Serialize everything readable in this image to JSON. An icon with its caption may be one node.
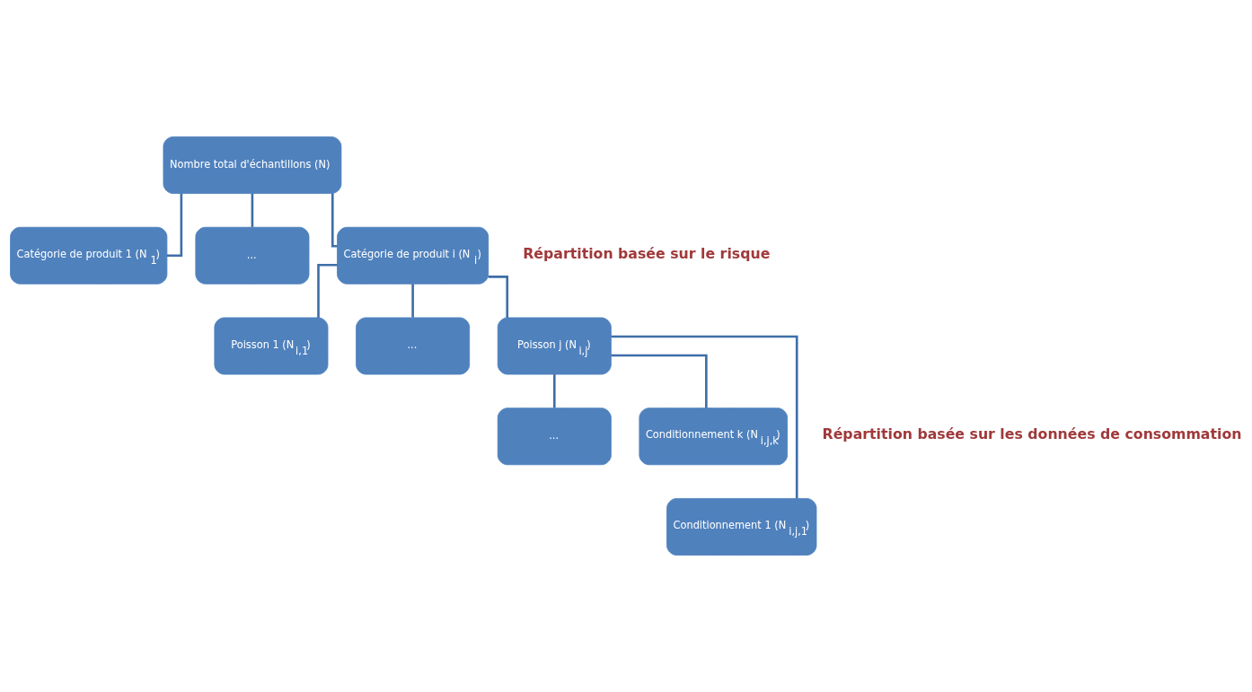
{
  "diagram": {
    "nodes": [
      {
        "text": [
          "Nombre total d'échantillons (N)"
        ]
      },
      {
        "text": [
          "Catégorie de produit 1 (N$_{1}$)"
        ]
      },
      {
        "text": [
          "..."
        ]
      },
      {
        "text": [
          "Catégorie de produit i (N$_{i}$)"
        ]
      },
      {
        "text": [
          "Poisson 1 (N$_{i,1}$)"
        ]
      },
      {
        "text": [
          "..."
        ]
      },
      {
        "text": [
          "Poisson j (N$_{i,j}$)"
        ]
      },
      {
        "text": [
          "Conditionnement 1 (N$_{i,j,1}$)"
        ]
      },
      {
        "text": [
          "..."
        ]
      },
      {
        "text": [
          "Conditionnement k (N$_{i,j,k}$)"
        ]
      }
    ],
    "edges": [
      {
        "from": 0,
        "to": 1,
        "arrow": "none"
      },
      {
        "from": 0,
        "to": 2,
        "arrow": "none"
      },
      {
        "from": 0,
        "to": 3,
        "arrow": "none"
      },
      {
        "from": 3,
        "to": 4,
        "arrow": "none"
      },
      {
        "from": 3,
        "to": 5,
        "arrow": "none"
      },
      {
        "from": 3,
        "to": 6,
        "arrow": "none"
      },
      {
        "from": 6,
        "to": 7,
        "arrow": "none"
      },
      {
        "from": 6,
        "to": 8,
        "arrow": "none"
      },
      {
        "from": 6,
        "to": 9,
        "arrow": "none"
      }
    ],
    "labels": [
      "Répartition basée sur le risque",
      "Répartition basée sur les données de consommation"
    ]
  }
}
